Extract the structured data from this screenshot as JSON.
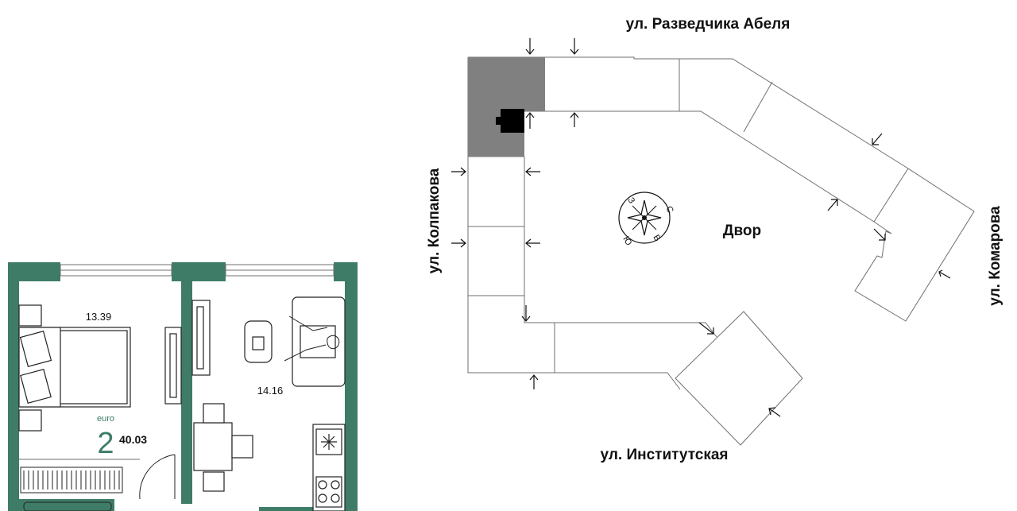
{
  "plan": {
    "rooms": [
      {
        "id": "bedroom",
        "area": "13.39"
      },
      {
        "id": "living",
        "area": "14.16"
      }
    ],
    "type_label": "euro",
    "room_count": "2",
    "total_area": "40.03"
  },
  "site": {
    "streets": {
      "north": "ул. Разведчика Абеля",
      "west": "ул. Колпакова",
      "east": "ул. Комарова",
      "south": "ул. Институтская"
    },
    "courtyard": "Двор",
    "compass": {
      "n": "С",
      "s": "Ю",
      "w": "З",
      "e": "В"
    }
  },
  "colors": {
    "wall": "#3e7c67",
    "highlight": "#808080",
    "line": "#6f6f6f",
    "ink": "#111111"
  }
}
